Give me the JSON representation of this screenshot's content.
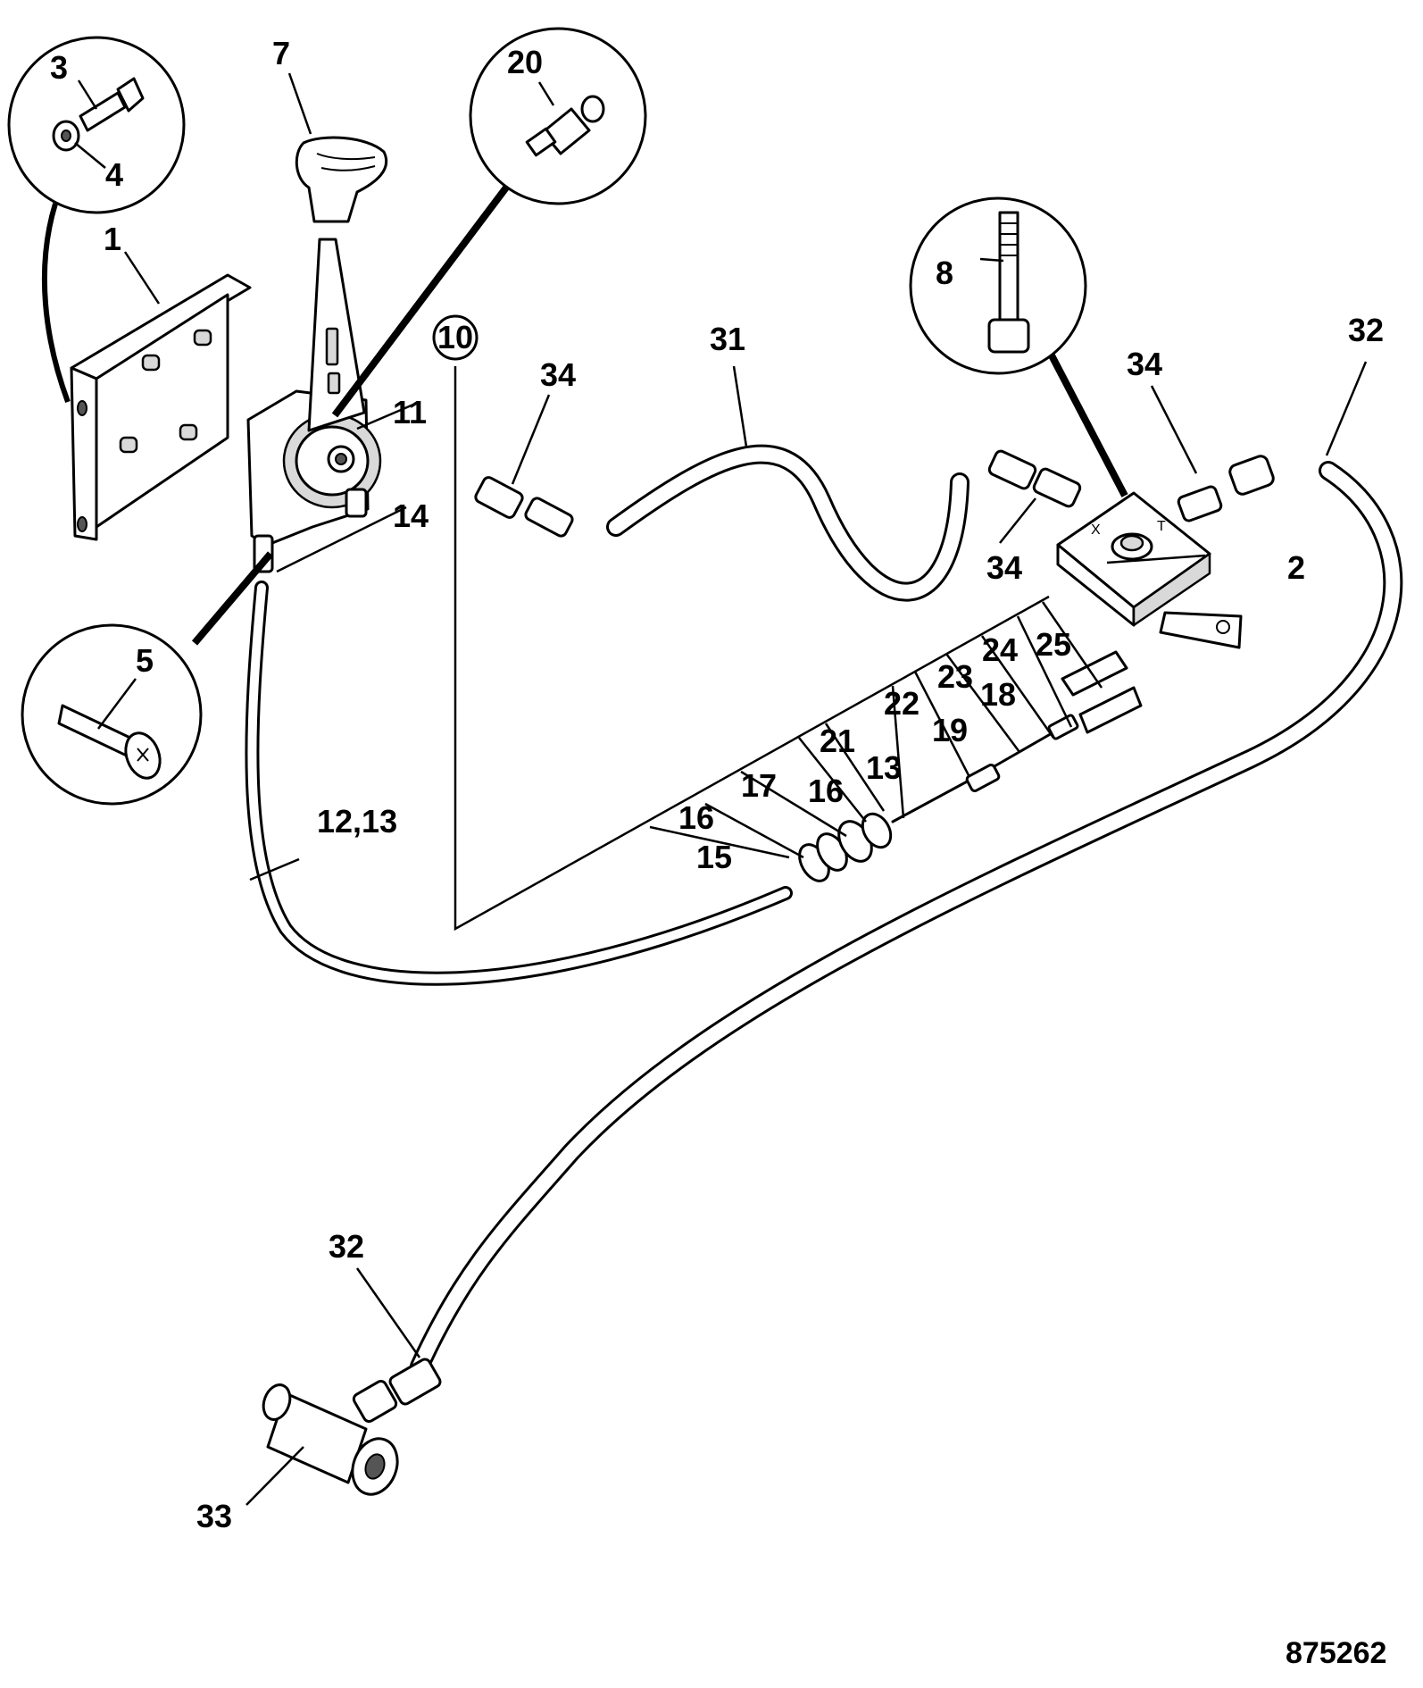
{
  "diagram": {
    "drawing_number": "875262",
    "callouts": {
      "c1": "1",
      "c2": "2",
      "c3": "3",
      "c4": "4",
      "c5": "5",
      "c7": "7",
      "c8": "8",
      "c10": "10",
      "c11": "11",
      "c12_13": "12,13",
      "c13a": "13",
      "c14": "14",
      "c15": "15",
      "c16a": "16",
      "c16b": "16",
      "c17": "17",
      "c18": "18",
      "c19": "19",
      "c20": "20",
      "c21": "21",
      "c22": "22",
      "c23": "23",
      "c24": "24",
      "c25": "25",
      "c31": "31",
      "c32a": "32",
      "c32b": "32",
      "c33": "33",
      "c34a": "34",
      "c34b": "34",
      "c34c": "34"
    },
    "block_marks": {
      "x": "X",
      "t": "T"
    }
  }
}
